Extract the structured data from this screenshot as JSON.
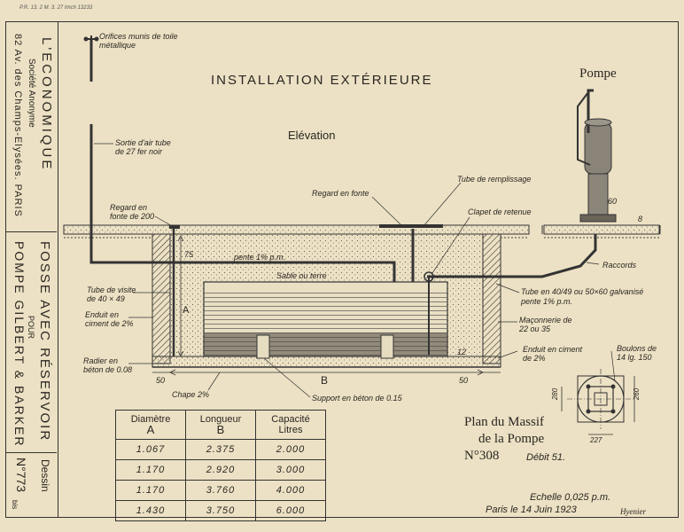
{
  "header_ref": "P.R. 13. 2 M. 3. 27 Imch 13233",
  "company": {
    "name": "L'ECONOMIQUE",
    "type": "Société Anonyme",
    "address": "82 Av. des Champs-Elysées. PARIS"
  },
  "drawing_subject": {
    "line1": "FOSSE AVEC RÉSERVOIR",
    "line2": "POUR",
    "line3": "POMPE GILBERT & BARKER"
  },
  "drawing_number": {
    "label": "Dessin",
    "number": "N°773",
    "suffix": "bis"
  },
  "main_title": "INSTALLATION EXTÉRIEURE",
  "elevation_label": "Elévation",
  "pump_label": "Pompe",
  "annotations": {
    "orifices": "Orifices munis de toile métallique",
    "sortie_air": "Sortie d'air tube de 27 fer noir",
    "regard_fonte_200": "Regard en fonte de 200",
    "regard_fonte": "Regard en fonte",
    "tube_remplissage": "Tube de remplissage",
    "clapet": "Clapet de retenue",
    "pente": "pente 1% p.m.",
    "sable": "Sable ou terre",
    "tube_visite": "Tube de visite de 40 × 49",
    "enduit_ciment_left": "Enduit en ciment de 2%",
    "radier": "Radier en béton de 0.08",
    "raccords": "Raccords",
    "tube_galv": "Tube en 40/49 ou 50×60 galvanisé pente 1% p.m.",
    "maconnerie": "Maçonnerie de 22 ou 35",
    "enduit_ciment_right": "Enduit en ciment de 2%",
    "boulons": "Boulons de 14 lg. 150",
    "chape": "Chape 2%",
    "support": "Support en béton de 0.15"
  },
  "dimensions": {
    "A": "A",
    "B": "B",
    "d50_left": "50",
    "d50_right": "50",
    "d75": "75",
    "d12": "12",
    "d60": "60",
    "d8": "8",
    "m280": "280",
    "m260": "260",
    "m227": "227"
  },
  "table": {
    "headers": [
      {
        "title": "Diamètre",
        "sub": "A"
      },
      {
        "title": "Longueur",
        "sub": "B"
      },
      {
        "title": "Capacité",
        "sub": "Litres"
      }
    ],
    "rows": [
      [
        "1.067",
        "2.375",
        "2.000"
      ],
      [
        "1.170",
        "2.920",
        "3.000"
      ],
      [
        "1.170",
        "3.760",
        "4.000"
      ],
      [
        "1.430",
        "3.750",
        "6.000"
      ]
    ]
  },
  "plan_massif": {
    "line1": "Plan du Massif",
    "line2": "de la Pompe",
    "number": "N°308",
    "debit": "Débit 51."
  },
  "footer": {
    "echelle": "Echelle 0,025 p.m.",
    "date": "Paris le 14 Juin 1923",
    "signature": "Hyenier"
  }
}
